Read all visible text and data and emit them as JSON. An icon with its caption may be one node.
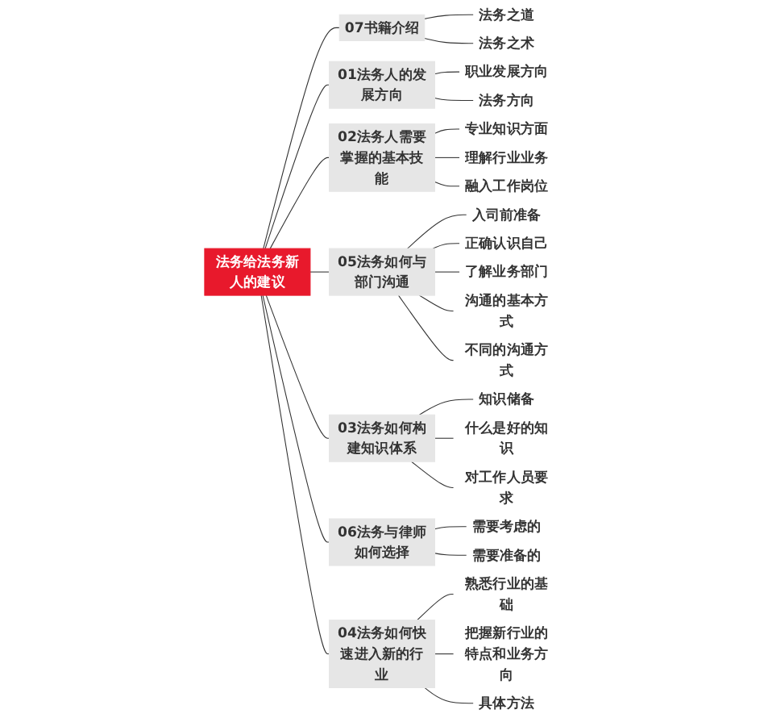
{
  "diagram": {
    "nodes": [
      {
        "text": [
          "法务给法务新人的建议"
        ]
      },
      {
        "text": [
          "07书籍介绍"
        ]
      },
      {
        "text": [
          "法务之道"
        ]
      },
      {
        "text": [
          "法务之术"
        ]
      },
      {
        "text": [
          "01法务人的发展方向"
        ]
      },
      {
        "text": [
          "职业发展方向"
        ]
      },
      {
        "text": [
          "法务方向"
        ]
      },
      {
        "text": [
          "02法务人需要掌握的基本技能"
        ]
      },
      {
        "text": [
          "专业知识方面"
        ]
      },
      {
        "text": [
          "理解行业业务"
        ]
      },
      {
        "text": [
          "融入工作岗位"
        ]
      },
      {
        "text": [
          "05法务如何与部门沟通"
        ]
      },
      {
        "text": [
          "入司前准备"
        ]
      },
      {
        "text": [
          "正确认识自己"
        ]
      },
      {
        "text": [
          "了解业务部门"
        ]
      },
      {
        "text": [
          "沟通的基本方式"
        ]
      },
      {
        "text": [
          "不同的沟通方式"
        ]
      },
      {
        "text": [
          "03法务如何构建知识体系"
        ]
      },
      {
        "text": [
          "知识储备"
        ]
      },
      {
        "text": [
          "什么是好的知识"
        ]
      },
      {
        "text": [
          "对工作人员要求"
        ]
      },
      {
        "text": [
          "06法务与律师如何选择"
        ]
      },
      {
        "text": [
          "需要考虑的"
        ]
      },
      {
        "text": [
          "需要准备的"
        ]
      },
      {
        "text": [
          "04法务如何快速进入新的行业"
        ]
      },
      {
        "text": [
          "熟悉行业的基础"
        ]
      },
      {
        "text": [
          "把握新行业的特点和业务方向"
        ]
      },
      {
        "text": [
          "具体方法"
        ]
      }
    ],
    "edges": [
      {
        "from": 0,
        "to": 1,
        "arrow": "none"
      },
      {
        "from": 1,
        "to": 2,
        "arrow": "none"
      },
      {
        "from": 1,
        "to": 3,
        "arrow": "none"
      },
      {
        "from": 0,
        "to": 4,
        "arrow": "none"
      },
      {
        "from": 4,
        "to": 5,
        "arrow": "none"
      },
      {
        "from": 4,
        "to": 6,
        "arrow": "none"
      },
      {
        "from": 0,
        "to": 7,
        "arrow": "none"
      },
      {
        "from": 7,
        "to": 8,
        "arrow": "none"
      },
      {
        "from": 7,
        "to": 9,
        "arrow": "none"
      },
      {
        "from": 7,
        "to": 10,
        "arrow": "none"
      },
      {
        "from": 0,
        "to": 11,
        "arrow": "none"
      },
      {
        "from": 11,
        "to": 12,
        "arrow": "none"
      },
      {
        "from": 11,
        "to": 13,
        "arrow": "none"
      },
      {
        "from": 11,
        "to": 14,
        "arrow": "none"
      },
      {
        "from": 11,
        "to": 15,
        "arrow": "none"
      },
      {
        "from": 11,
        "to": 16,
        "arrow": "none"
      },
      {
        "from": 0,
        "to": 17,
        "arrow": "none"
      },
      {
        "from": 17,
        "to": 18,
        "arrow": "none"
      },
      {
        "from": 17,
        "to": 19,
        "arrow": "none"
      },
      {
        "from": 17,
        "to": 20,
        "arrow": "none"
      },
      {
        "from": 0,
        "to": 21,
        "arrow": "none"
      },
      {
        "from": 21,
        "to": 22,
        "arrow": "none"
      },
      {
        "from": 21,
        "to": 23,
        "arrow": "none"
      },
      {
        "from": 0,
        "to": 24,
        "arrow": "none"
      },
      {
        "from": 24,
        "to": 25,
        "arrow": "none"
      },
      {
        "from": 24,
        "to": 26,
        "arrow": "none"
      },
      {
        "from": 24,
        "to": 27,
        "arrow": "none"
      }
    ]
  }
}
